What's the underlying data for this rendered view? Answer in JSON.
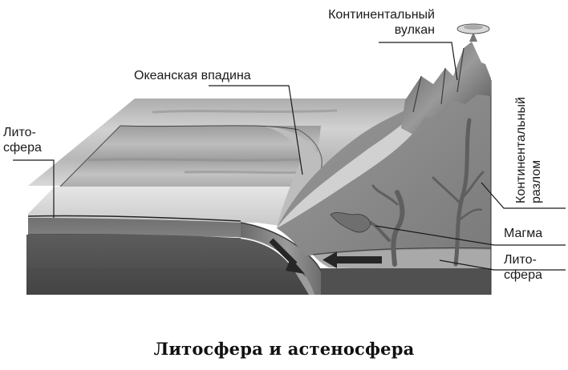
{
  "figure": {
    "caption": "Литосфера и астеносфера",
    "labels": {
      "lithosphere_left_line1": "Лито-",
      "lithosphere_left_line2": "сфера",
      "ocean_trench": "Океанская впадина",
      "continental_volcano_line1": "Континентальный",
      "continental_volcano_line2": "вулкан",
      "continental_rift_line1": "Континентальный",
      "continental_rift_line2": "разлом",
      "magma": "Магма",
      "lithosphere_right_line1": "Лито-",
      "lithosphere_right_line2": "сфера"
    },
    "arrows": [
      {
        "name": "subduction-arrow",
        "direction": "down-right"
      },
      {
        "name": "plate-motion-arrow",
        "direction": "left"
      }
    ],
    "colors": {
      "background": "#ffffff",
      "text": "#1a1a1a",
      "ocean_surface": "#c8c8c8",
      "lithosphere_band": "#7a7a7a",
      "asthenosphere": "#555555",
      "continent": "#8e8e8e",
      "mountain": "#6a6a6a",
      "arrow": "#2a2a2a"
    }
  }
}
